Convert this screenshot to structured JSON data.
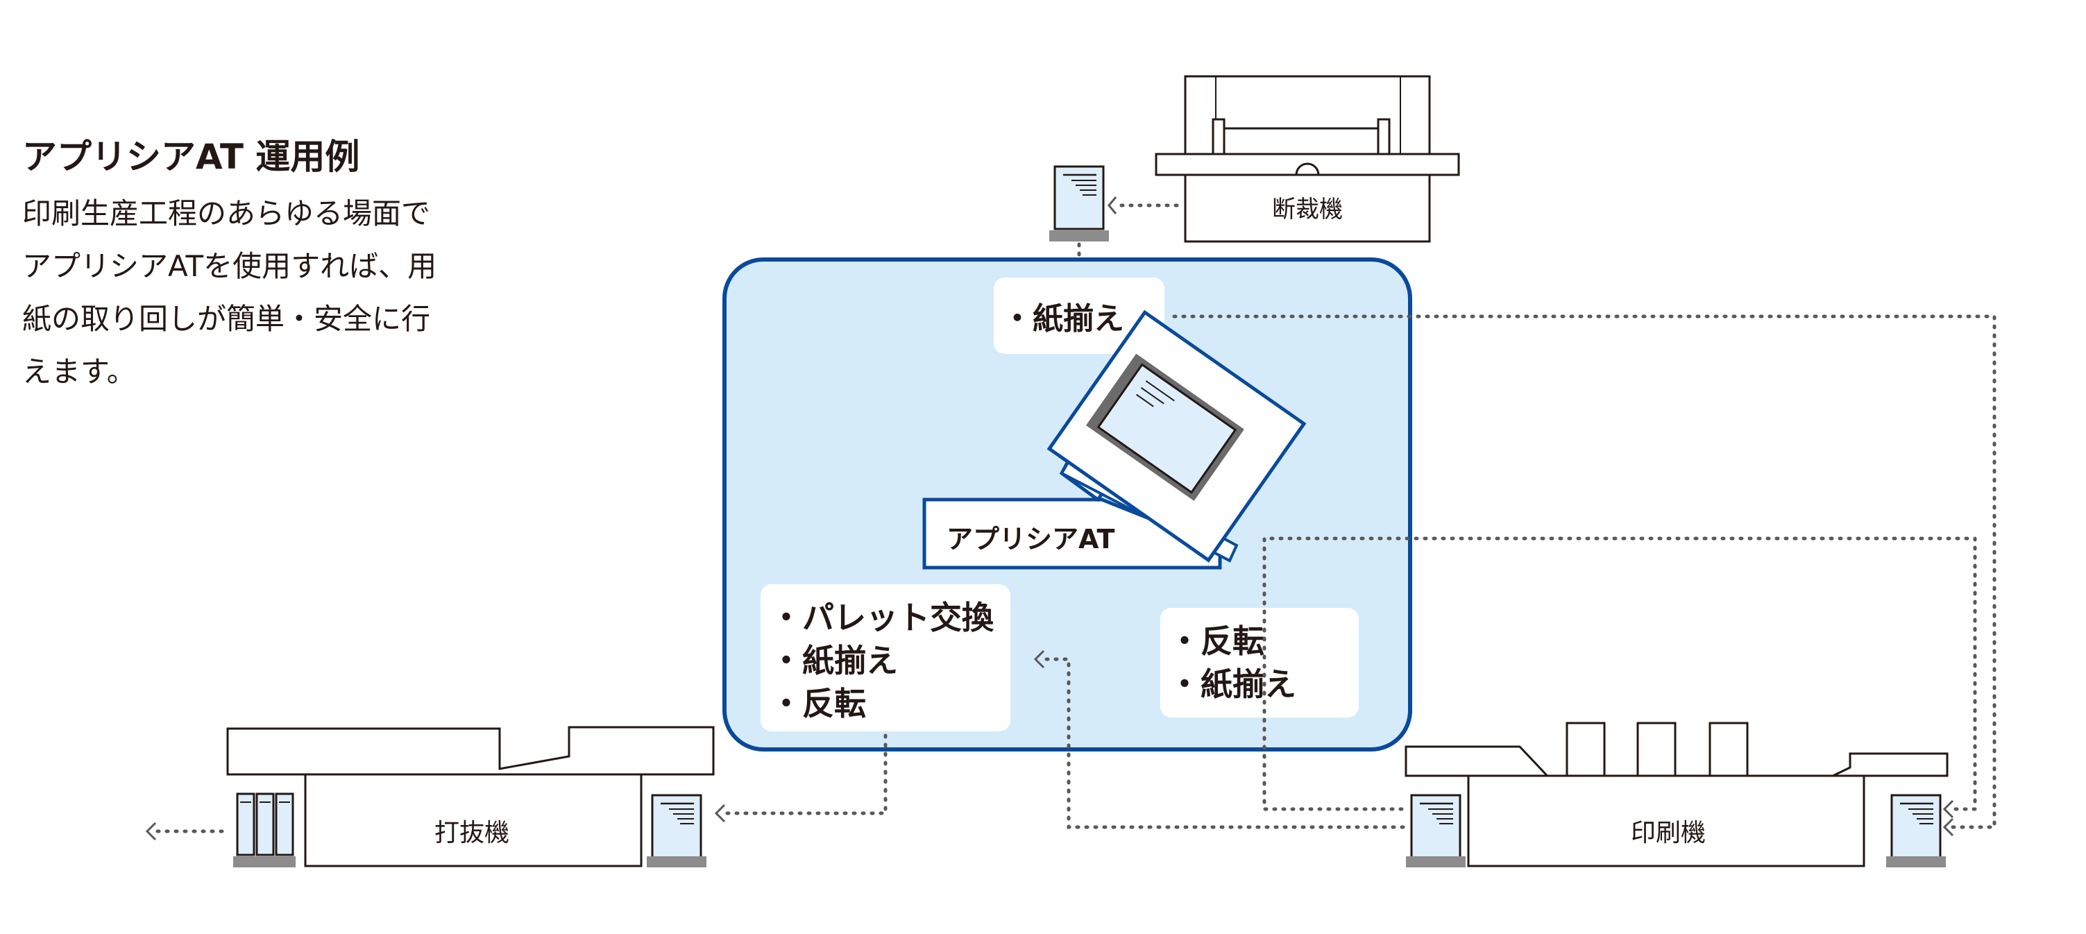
{
  "intro": {
    "title": "アプリシアAT 運用例",
    "description": [
      "印刷生産工程のあらゆる場面で",
      "アプリシアATを使用すれば、用",
      "紙の取り回しが簡単・安全に行",
      "えます。"
    ]
  },
  "machines": {
    "cutter": "断裁機",
    "die_cutter": "打抜機",
    "printer": "印刷機",
    "applisia": "アプリシアAT"
  },
  "callouts": {
    "top": [
      "・紙揃え"
    ],
    "left": [
      "・パレット交換",
      "・紙揃え",
      "・反転"
    ],
    "right": [
      "・反転",
      "・紙揃え"
    ]
  },
  "colors": {
    "zone_fill": "#d6ebfa",
    "zone_stroke": "#0a4a9c",
    "machine_stroke": "#231815",
    "dotted_flow": "#595757",
    "stack_fill": "#deeefa",
    "base_gray": "#8c8c8c"
  }
}
